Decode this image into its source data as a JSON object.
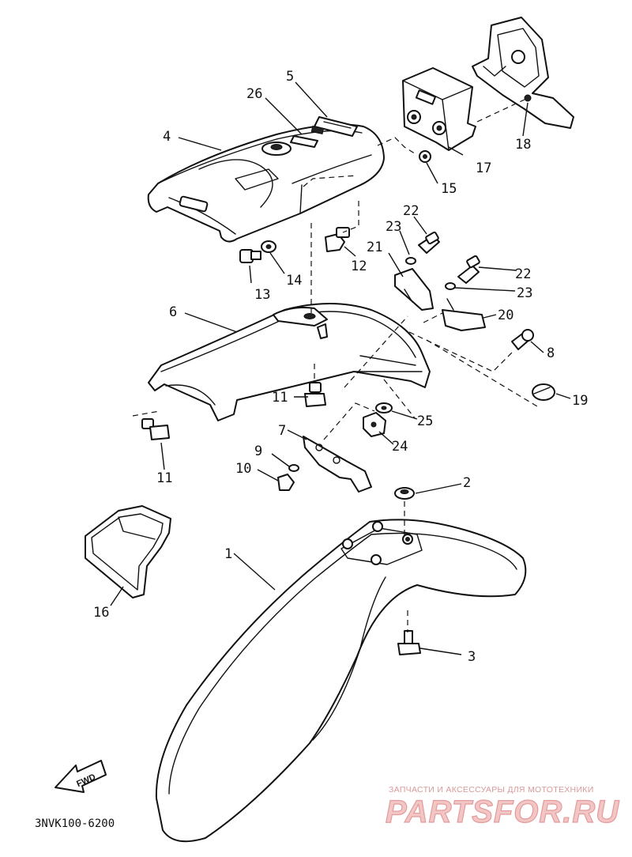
{
  "diagram": {
    "drawing_code": "3NVK100-6200",
    "fwd_label": "FWD",
    "callouts": {
      "c1": "1",
      "c2": "2",
      "c3": "3",
      "c4": "4",
      "c5": "5",
      "c6": "6",
      "c7": "7",
      "c8": "8",
      "c9": "9",
      "c10": "10",
      "c11a": "11",
      "c11b": "11",
      "c12": "12",
      "c13": "13",
      "c14": "14",
      "c15": "15",
      "c16": "16",
      "c17": "17",
      "c18": "18",
      "c19": "19",
      "c20": "20",
      "c21": "21",
      "c22a": "22",
      "c22b": "22",
      "c23a": "23",
      "c23b": "23",
      "c24": "24",
      "c25": "25",
      "c26": "26"
    }
  },
  "watermark": {
    "tagline": "ЗАПЧАСТИ И АКСЕССУАРЫ ДЛЯ МОТОТЕХНИКИ",
    "brand": "PARTSFOR.RU"
  }
}
